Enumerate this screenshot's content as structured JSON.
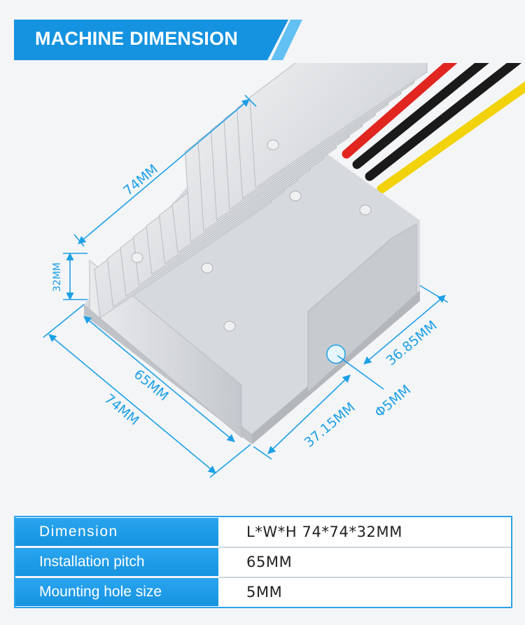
{
  "banner": {
    "title": "MACHINE DIMENSION"
  },
  "dimensions": {
    "top_length": "74MM",
    "height": "32MM",
    "pitch": "65MM",
    "bottom_length": "74MM",
    "width": "36.85MM",
    "half_width": "37.15MM",
    "hole": "Φ5MM"
  },
  "spec_table": {
    "rows": [
      {
        "label": "Dimension",
        "value": "L*W*H 74*74*32MM"
      },
      {
        "label": "Installation pitch",
        "value": "65MM"
      },
      {
        "label": "Mounting hole size",
        "value": "5MM"
      }
    ]
  },
  "colors": {
    "accent": "#1da0e6",
    "wire_red": "#e0261f",
    "wire_black": "#1a1a1a",
    "wire_yellow": "#f2d20a",
    "body_silver": "#d6d9dd"
  }
}
